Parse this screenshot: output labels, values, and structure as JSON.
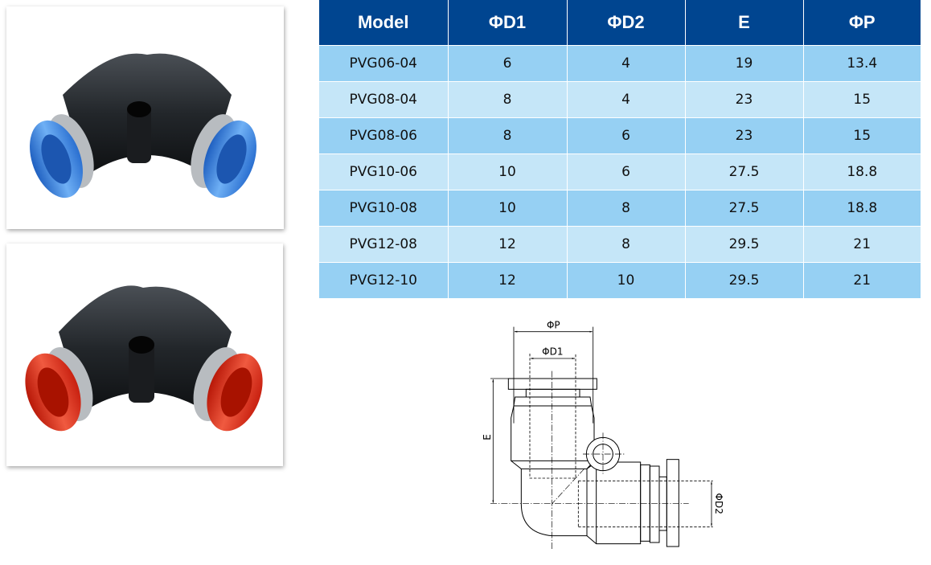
{
  "table": {
    "headers": [
      "Model",
      "ΦD1",
      "ΦD2",
      "E",
      "ΦP"
    ],
    "rows": [
      [
        "PVG06-04",
        "6",
        "4",
        "19",
        "13.4"
      ],
      [
        "PVG08-04",
        "8",
        "4",
        "23",
        "15"
      ],
      [
        "PVG08-06",
        "8",
        "6",
        "23",
        "15"
      ],
      [
        "PVG10-06",
        "10",
        "6",
        "27.5",
        "18.8"
      ],
      [
        "PVG10-08",
        "10",
        "8",
        "27.5",
        "18.8"
      ],
      [
        "PVG12-08",
        "12",
        "8",
        "29.5",
        "21"
      ],
      [
        "PVG12-10",
        "12",
        "10",
        "29.5",
        "21"
      ]
    ],
    "header_color": "#004590",
    "row_colors": [
      "#96d0f3",
      "#c5e6f8"
    ]
  },
  "drawing": {
    "label_p": "ΦP",
    "label_d1": "ΦD1",
    "label_e": "E",
    "label_d2": "ΦD2"
  },
  "photos": [
    {
      "collar_color": "#3d8fe0"
    },
    {
      "collar_color": "#e0301e"
    }
  ]
}
